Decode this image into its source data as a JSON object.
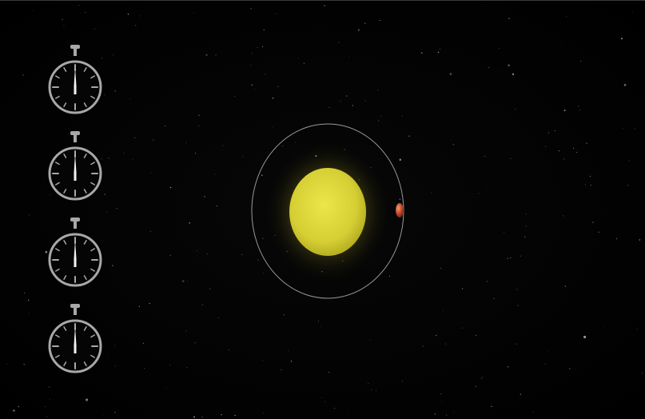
{
  "scene": {
    "background_color": "#000000",
    "star_color": "#bfbfbf",
    "star_count": 260
  },
  "stopwatches": [
    {
      "id": "stopwatch-1",
      "icon": "stopwatch-icon",
      "color": "#a8a8a8"
    },
    {
      "id": "stopwatch-2",
      "icon": "stopwatch-icon",
      "color": "#a8a8a8"
    },
    {
      "id": "stopwatch-3",
      "icon": "stopwatch-icon",
      "color": "#a8a8a8"
    },
    {
      "id": "stopwatch-4",
      "icon": "stopwatch-icon",
      "color": "#a8a8a8"
    }
  ],
  "star": {
    "name": "star",
    "color": "#d8d23a",
    "glow_color": "#e6e03c"
  },
  "orbit": {
    "color": "#9a9a9a"
  },
  "planet": {
    "name": "planet",
    "color": "#c8492a",
    "highlight_color": "#e8a07a"
  }
}
